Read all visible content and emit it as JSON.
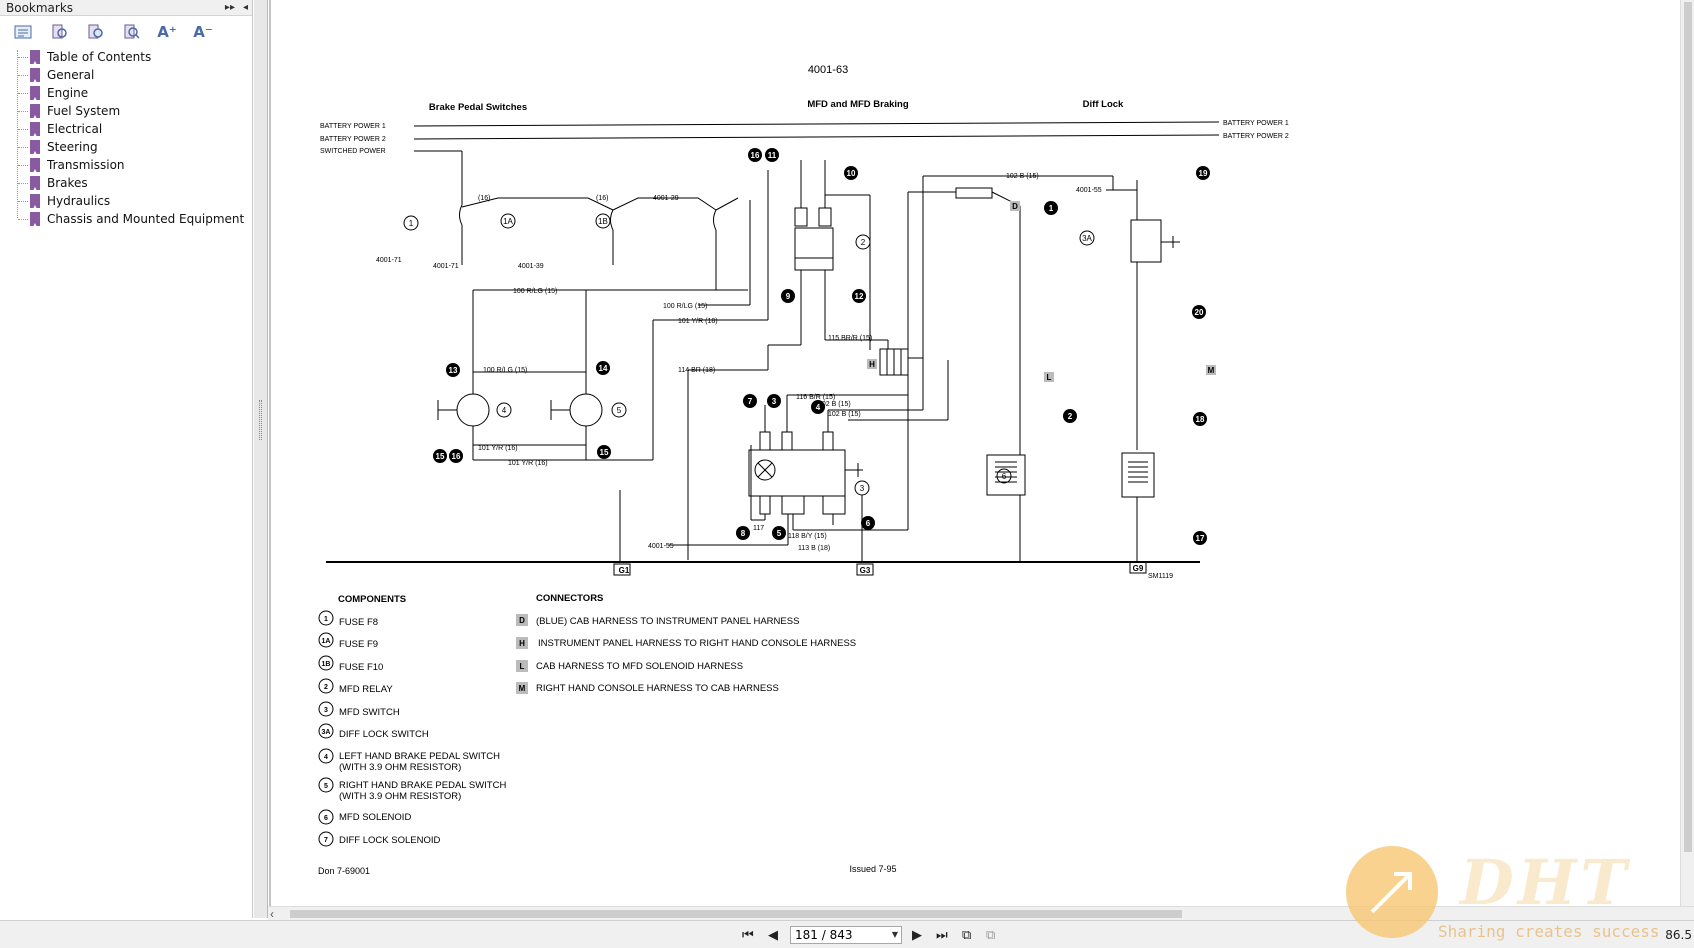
{
  "sidebar": {
    "title": "Bookmarks",
    "toolbar_icons": [
      "options-icon",
      "expand-bookmark-icon",
      "new-bookmark-icon",
      "find-bookmark-icon",
      "text-larger-icon",
      "text-smaller-icon"
    ],
    "text_larger": "A⁺",
    "text_smaller": "A⁻",
    "items": [
      {
        "label": "Table of Contents"
      },
      {
        "label": "General"
      },
      {
        "label": "Engine"
      },
      {
        "label": "Fuel System"
      },
      {
        "label": "Electrical"
      },
      {
        "label": "Steering"
      },
      {
        "label": "Transmission"
      },
      {
        "label": "Brakes"
      },
      {
        "label": "Hydraulics"
      },
      {
        "label": "Chassis and Mounted Equipment"
      }
    ]
  },
  "document": {
    "page_code": "4001-63",
    "sections": {
      "left": "Brake Pedal Switches",
      "center": "MFD and MFD Braking",
      "right": "Diff Lock"
    },
    "power_lines": {
      "bp1": "BATTERY POWER 1",
      "bp2": "BATTERY POWER 2",
      "sw": "SWITCHED POWER"
    },
    "diagram_id": "SM1119",
    "components_title": "COMPONENTS",
    "components": [
      {
        "id": "1",
        "name": "FUSE F8"
      },
      {
        "id": "1A",
        "name": "FUSE F9"
      },
      {
        "id": "1B",
        "name": "FUSE F10"
      },
      {
        "id": "2",
        "name": "MFD RELAY"
      },
      {
        "id": "3",
        "name": "MFD SWITCH"
      },
      {
        "id": "3A",
        "name": "DIFF LOCK SWITCH"
      },
      {
        "id": "4",
        "name": "LEFT HAND BRAKE PEDAL SWITCH",
        "name2": "(WITH 3.9 OHM RESISTOR)"
      },
      {
        "id": "5",
        "name": "RIGHT HAND BRAKE PEDAL SWITCH",
        "name2": "(WITH 3.9 OHM RESISTOR)"
      },
      {
        "id": "6",
        "name": "MFD SOLENOID"
      },
      {
        "id": "7",
        "name": "DIFF LOCK SOLENOID"
      }
    ],
    "connectors_title": "CONNECTORS",
    "connectors": [
      {
        "id": "D",
        "name": "(BLUE) CAB HARNESS TO INSTRUMENT PANEL HARNESS"
      },
      {
        "id": "H",
        "name": "INSTRUMENT PANEL HARNESS TO RIGHT HAND CONSOLE HARNESS"
      },
      {
        "id": "L",
        "name": "CAB HARNESS TO MFD SOLENOID HARNESS"
      },
      {
        "id": "M",
        "name": "RIGHT HAND CONSOLE HARNESS TO CAB HARNESS"
      }
    ],
    "footer_left": "Don 7-69001",
    "footer_center": "Issued 7-95",
    "grounds": [
      "G1",
      "G3",
      "G9"
    ]
  },
  "navigation": {
    "page_display": "181 / 843",
    "zoom": "86.5",
    "icons": [
      "first-page-icon",
      "prev-page-icon",
      "next-page-icon",
      "last-page-icon",
      "rotate-page-icon",
      "copy-page-icon"
    ]
  },
  "watermark": {
    "brand": "DHT",
    "slogan": "Sharing creates success"
  }
}
